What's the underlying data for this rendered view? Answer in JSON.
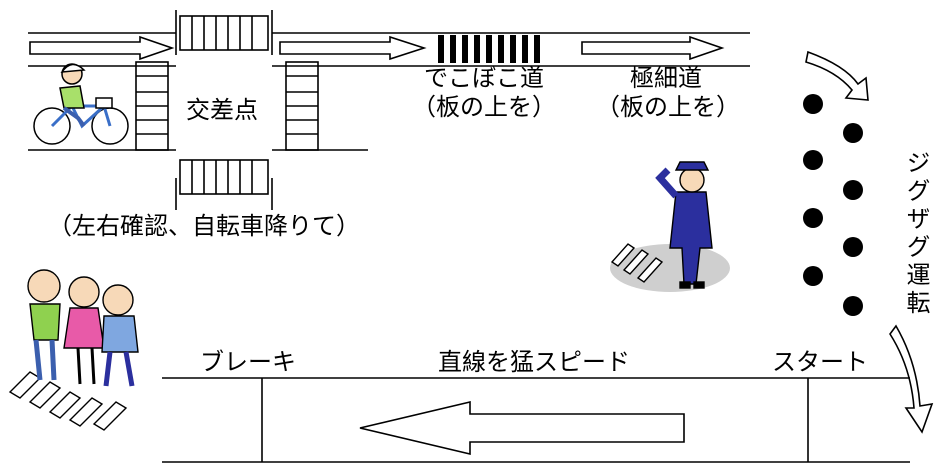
{
  "labels": {
    "intersection": "交差点",
    "intersection_note": "（左右確認、自転車降りて）",
    "bumpy_road": "でこぼこ道",
    "bumpy_note": "（板の上を）",
    "narrow_road": "極細道",
    "narrow_note": "（板の上を）",
    "zigzag": "ジグザグ運転",
    "brake": "ブレーキ",
    "straight_speed": "直線を猛スピード",
    "start": "スタート"
  },
  "colors": {
    "line": "#000000",
    "background": "#ffffff",
    "officer_uniform": "#2b2f9e",
    "cyclist_shirt": "#a8e06a",
    "bicycle_frame": "#3a6fc8",
    "kid1_shirt": "#8fd14f",
    "kid2_dress": "#e85aa8",
    "kid3_shirt": "#7fa7e0",
    "crosswalk_shadow": "#cfcfcf"
  },
  "icons": {
    "cyclist": "cyclist-icon",
    "officer": "police-officer-icon",
    "children": "children-walking-icon",
    "curve_arrow": "curved-arrow-icon",
    "course_arrow": "course-arrow-icon"
  }
}
